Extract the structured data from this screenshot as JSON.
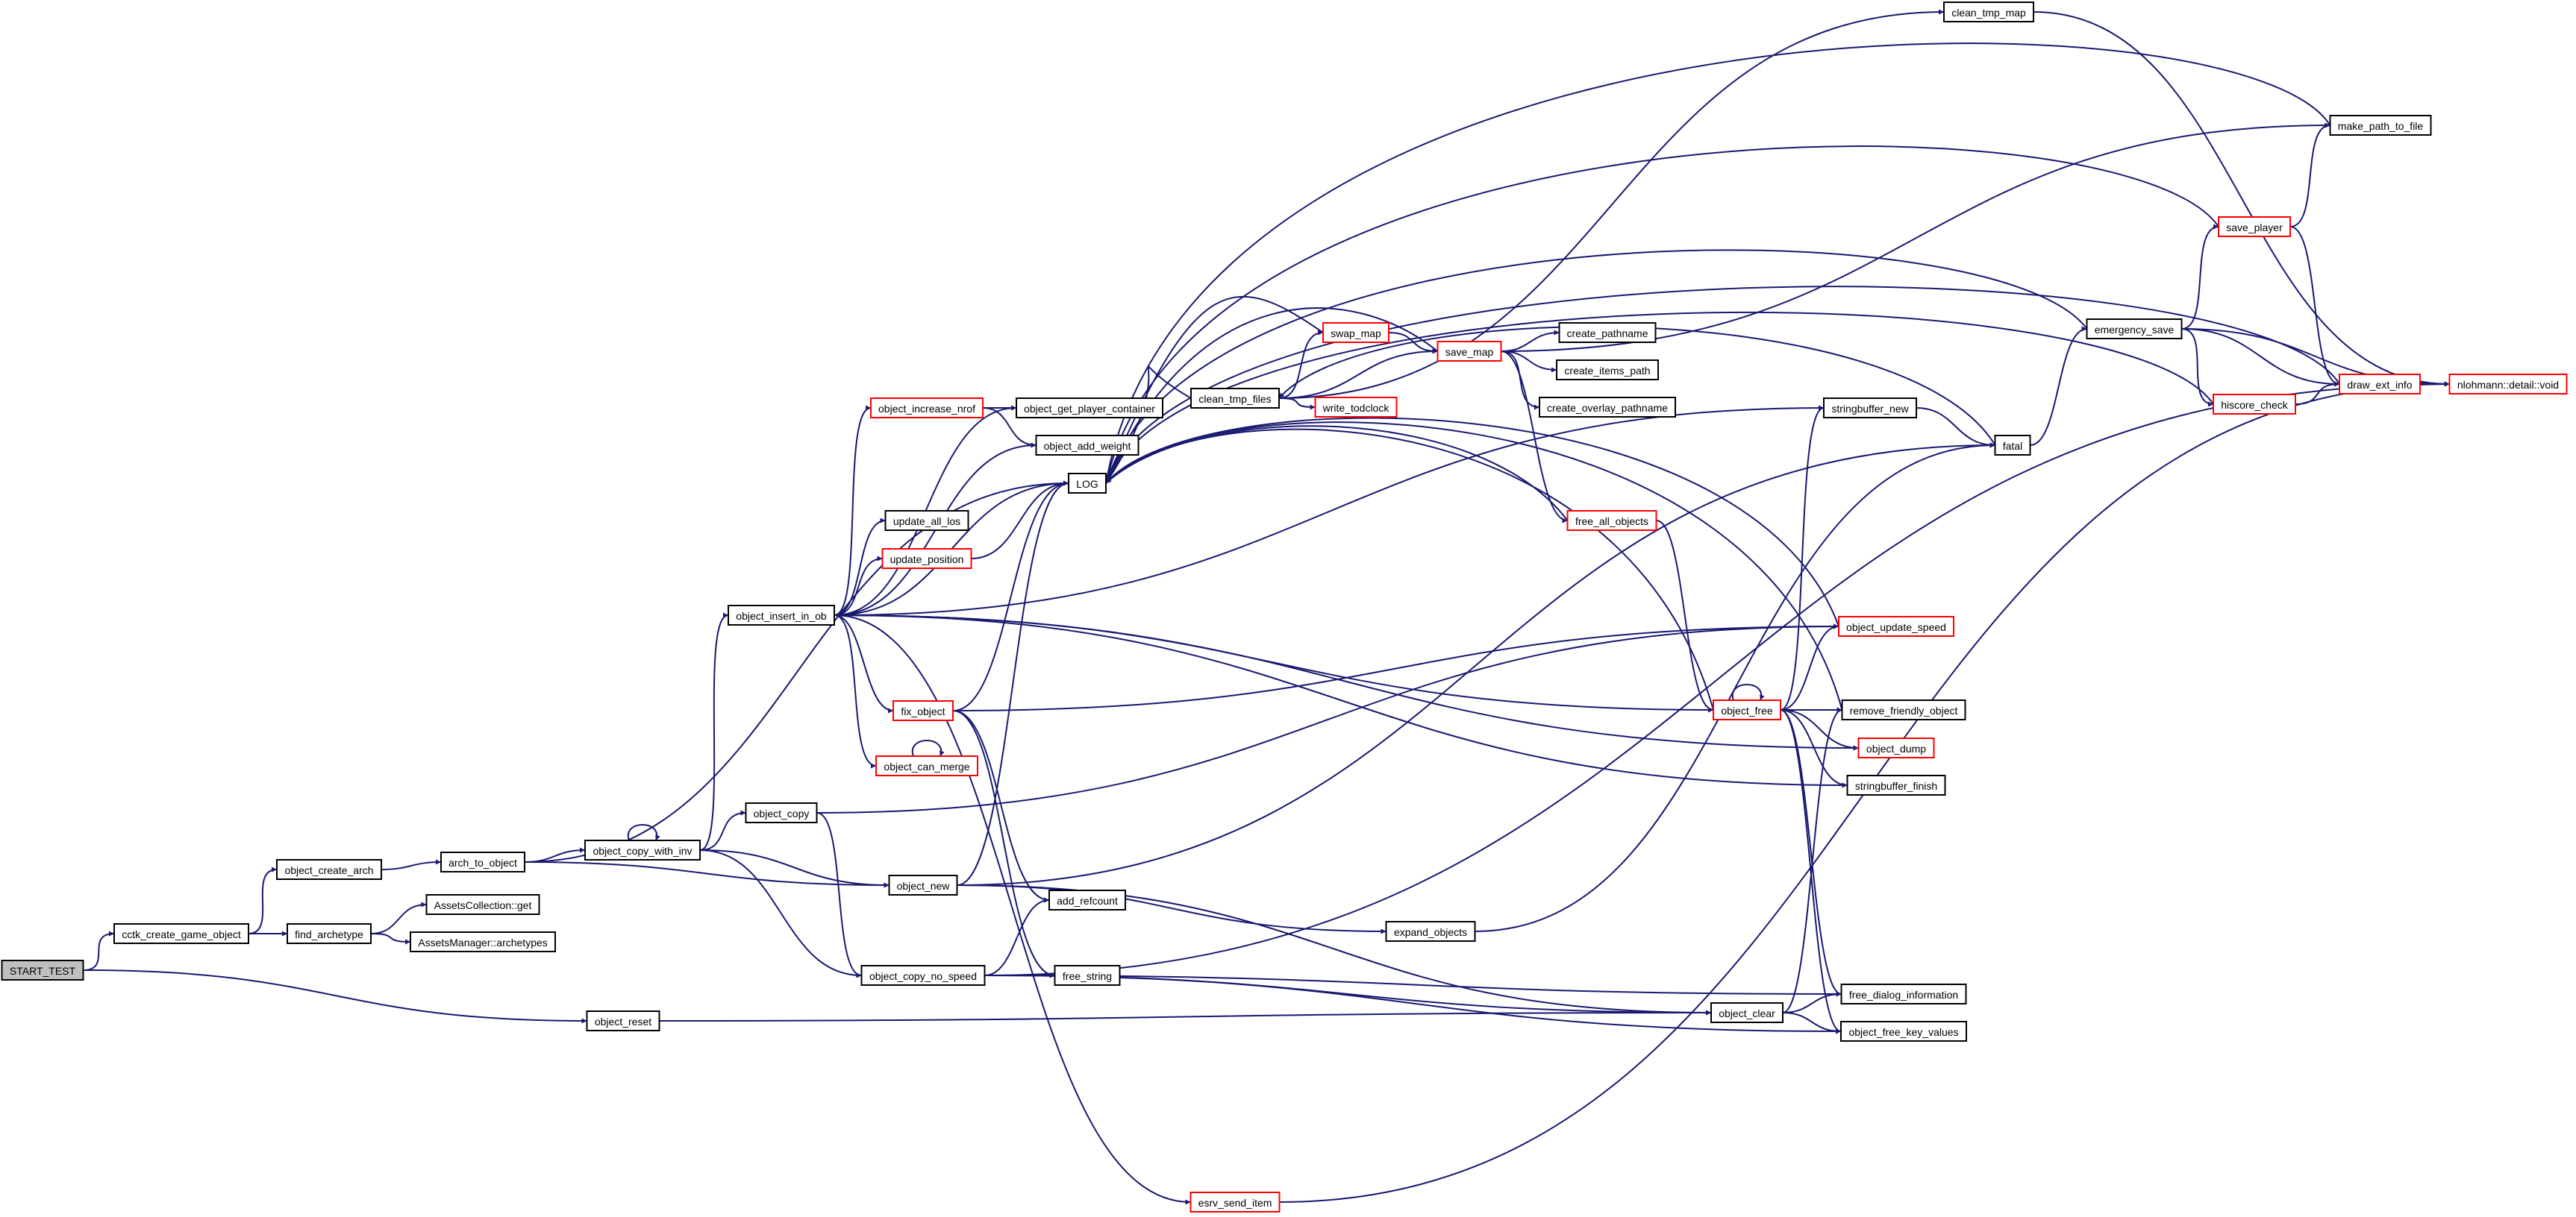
{
  "colors": {
    "edge": "#191970",
    "node_border_default": "#000000",
    "node_border_truncated": "#ff0000",
    "root_fill": "#bfbfbf",
    "node_fill": "#ffffff"
  },
  "nodes": [
    {
      "id": "start_test",
      "label": "START_TEST",
      "root": true
    },
    {
      "id": "cctk_create_game_object",
      "label": "cctk_create_game_object"
    },
    {
      "id": "object_reset",
      "label": "object_reset"
    },
    {
      "id": "object_create_arch",
      "label": "object_create_arch"
    },
    {
      "id": "find_archetype",
      "label": "find_archetype"
    },
    {
      "id": "assets_collection_get",
      "label": "AssetsCollection::get"
    },
    {
      "id": "assets_manager_archetypes",
      "label": "AssetsManager::archetypes"
    },
    {
      "id": "arch_to_object",
      "label": "arch_to_object"
    },
    {
      "id": "object_copy_with_inv",
      "label": "object_copy_with_inv"
    },
    {
      "id": "object_copy",
      "label": "object_copy"
    },
    {
      "id": "object_new",
      "label": "object_new"
    },
    {
      "id": "object_copy_no_speed",
      "label": "object_copy_no_speed"
    },
    {
      "id": "object_insert_in_ob",
      "label": "object_insert_in_ob"
    },
    {
      "id": "object_increase_nrof",
      "label": "object_increase_nrof",
      "truncated": true
    },
    {
      "id": "object_get_player_container",
      "label": "object_get_player_container"
    },
    {
      "id": "object_add_weight",
      "label": "object_add_weight"
    },
    {
      "id": "log",
      "label": "LOG"
    },
    {
      "id": "update_all_los",
      "label": "update_all_los"
    },
    {
      "id": "update_position",
      "label": "update_position",
      "truncated": true
    },
    {
      "id": "fix_object",
      "label": "fix_object",
      "truncated": true
    },
    {
      "id": "object_can_merge",
      "label": "object_can_merge",
      "truncated": true
    },
    {
      "id": "add_refcount",
      "label": "add_refcount"
    },
    {
      "id": "free_string",
      "label": "free_string"
    },
    {
      "id": "esrv_send_item",
      "label": "esrv_send_item",
      "truncated": true
    },
    {
      "id": "clean_tmp_files",
      "label": "clean_tmp_files"
    },
    {
      "id": "swap_map",
      "label": "swap_map",
      "truncated": true
    },
    {
      "id": "write_todclock",
      "label": "write_todclock",
      "truncated": true
    },
    {
      "id": "save_map",
      "label": "save_map",
      "truncated": true
    },
    {
      "id": "create_pathname",
      "label": "create_pathname"
    },
    {
      "id": "create_items_path",
      "label": "create_items_path"
    },
    {
      "id": "create_overlay_pathname",
      "label": "create_overlay_pathname"
    },
    {
      "id": "free_all_objects",
      "label": "free_all_objects",
      "truncated": true
    },
    {
      "id": "expand_objects",
      "label": "expand_objects"
    },
    {
      "id": "clean_tmp_map",
      "label": "clean_tmp_map"
    },
    {
      "id": "stringbuffer_new",
      "label": "stringbuffer_new"
    },
    {
      "id": "fatal",
      "label": "fatal"
    },
    {
      "id": "object_free",
      "label": "object_free",
      "truncated": true
    },
    {
      "id": "object_update_speed",
      "label": "object_update_speed",
      "truncated": true
    },
    {
      "id": "remove_friendly_object",
      "label": "remove_friendly_object"
    },
    {
      "id": "object_dump",
      "label": "object_dump",
      "truncated": true
    },
    {
      "id": "stringbuffer_finish",
      "label": "stringbuffer_finish"
    },
    {
      "id": "free_dialog_information",
      "label": "free_dialog_information"
    },
    {
      "id": "object_free_key_values",
      "label": "object_free_key_values"
    },
    {
      "id": "object_clear",
      "label": "object_clear"
    },
    {
      "id": "emergency_save",
      "label": "emergency_save"
    },
    {
      "id": "make_path_to_file",
      "label": "make_path_to_file"
    },
    {
      "id": "save_player",
      "label": "save_player",
      "truncated": true
    },
    {
      "id": "hiscore_check",
      "label": "hiscore_check",
      "truncated": true
    },
    {
      "id": "draw_ext_info",
      "label": "draw_ext_info",
      "truncated": true
    },
    {
      "id": "nlohmann_detail_void",
      "label": "nlohmann::detail::void",
      "truncated": true
    }
  ],
  "edges": [
    [
      "start_test",
      "cctk_create_game_object"
    ],
    [
      "start_test",
      "object_reset"
    ],
    [
      "cctk_create_game_object",
      "object_create_arch"
    ],
    [
      "cctk_create_game_object",
      "find_archetype"
    ],
    [
      "find_archetype",
      "assets_collection_get"
    ],
    [
      "find_archetype",
      "assets_manager_archetypes"
    ],
    [
      "object_create_arch",
      "arch_to_object"
    ],
    [
      "arch_to_object",
      "object_copy_with_inv"
    ],
    [
      "arch_to_object",
      "object_new"
    ],
    [
      "arch_to_object",
      "log"
    ],
    [
      "object_copy_with_inv",
      "object_copy_with_inv"
    ],
    [
      "object_copy_with_inv",
      "object_copy"
    ],
    [
      "object_copy_with_inv",
      "object_new"
    ],
    [
      "object_copy_with_inv",
      "object_copy_no_speed"
    ],
    [
      "object_copy_with_inv",
      "object_insert_in_ob"
    ],
    [
      "object_copy",
      "object_copy_no_speed"
    ],
    [
      "object_copy",
      "object_update_speed"
    ],
    [
      "object_new",
      "log"
    ],
    [
      "object_new",
      "expand_objects"
    ],
    [
      "object_new",
      "object_clear"
    ],
    [
      "object_new",
      "fatal"
    ],
    [
      "object_copy_no_speed",
      "add_refcount"
    ],
    [
      "object_copy_no_speed",
      "free_string"
    ],
    [
      "object_copy_no_speed",
      "object_clear"
    ],
    [
      "object_copy_no_speed",
      "free_dialog_information"
    ],
    [
      "object_copy_no_speed",
      "object_free_key_values"
    ],
    [
      "object_copy_no_speed",
      "nlohmann_detail_void"
    ],
    [
      "object_reset",
      "object_clear"
    ],
    [
      "object_insert_in_ob",
      "object_increase_nrof"
    ],
    [
      "object_insert_in_ob",
      "object_get_player_container"
    ],
    [
      "object_insert_in_ob",
      "object_add_weight"
    ],
    [
      "object_insert_in_ob",
      "log"
    ],
    [
      "object_insert_in_ob",
      "update_all_los"
    ],
    [
      "object_insert_in_ob",
      "update_position"
    ],
    [
      "object_insert_in_ob",
      "fix_object"
    ],
    [
      "object_insert_in_ob",
      "object_can_merge"
    ],
    [
      "object_insert_in_ob",
      "object_free"
    ],
    [
      "object_insert_in_ob",
      "object_dump"
    ],
    [
      "object_insert_in_ob",
      "stringbuffer_new"
    ],
    [
      "object_insert_in_ob",
      "stringbuffer_finish"
    ],
    [
      "object_insert_in_ob",
      "esrv_send_item"
    ],
    [
      "object_increase_nrof",
      "object_get_player_container"
    ],
    [
      "object_increase_nrof",
      "object_add_weight"
    ],
    [
      "update_position",
      "log"
    ],
    [
      "fix_object",
      "log"
    ],
    [
      "fix_object",
      "object_update_speed"
    ],
    [
      "fix_object",
      "add_refcount"
    ],
    [
      "fix_object",
      "free_string"
    ],
    [
      "object_can_merge",
      "object_can_merge"
    ],
    [
      "esrv_send_item",
      "nlohmann_detail_void"
    ],
    [
      "clean_tmp_files",
      "log"
    ],
    [
      "clean_tmp_files",
      "swap_map"
    ],
    [
      "clean_tmp_files",
      "write_todclock"
    ],
    [
      "clean_tmp_files",
      "save_map"
    ],
    [
      "clean_tmp_files",
      "clean_tmp_map"
    ],
    [
      "swap_map",
      "save_map"
    ],
    [
      "swap_map",
      "log"
    ],
    [
      "save_map",
      "create_pathname"
    ],
    [
      "save_map",
      "create_items_path"
    ],
    [
      "save_map",
      "create_overlay_pathname"
    ],
    [
      "save_map",
      "free_all_objects"
    ],
    [
      "save_map",
      "log"
    ],
    [
      "save_map",
      "make_path_to_file"
    ],
    [
      "free_all_objects",
      "log"
    ],
    [
      "free_all_objects",
      "object_free"
    ],
    [
      "expand_objects",
      "fatal"
    ],
    [
      "fatal",
      "clean_tmp_files"
    ],
    [
      "fatal",
      "emergency_save"
    ],
    [
      "stringbuffer_new",
      "fatal"
    ],
    [
      "object_free",
      "object_free"
    ],
    [
      "object_free",
      "log"
    ],
    [
      "object_free",
      "stringbuffer_new"
    ],
    [
      "object_free",
      "object_update_speed"
    ],
    [
      "object_free",
      "remove_friendly_object"
    ],
    [
      "object_free",
      "object_dump"
    ],
    [
      "object_free",
      "stringbuffer_finish"
    ],
    [
      "object_free",
      "free_dialog_information"
    ],
    [
      "object_free",
      "object_free_key_values"
    ],
    [
      "object_update_speed",
      "log"
    ],
    [
      "remove_friendly_object",
      "log"
    ],
    [
      "object_clear",
      "object_free_key_values"
    ],
    [
      "object_clear",
      "free_dialog_information"
    ],
    [
      "object_clear",
      "remove_friendly_object"
    ],
    [
      "emergency_save",
      "log"
    ],
    [
      "emergency_save",
      "save_player"
    ],
    [
      "emergency_save",
      "hiscore_check"
    ],
    [
      "emergency_save",
      "draw_ext_info"
    ],
    [
      "emergency_save",
      "nlohmann_detail_void"
    ],
    [
      "save_player",
      "log"
    ],
    [
      "save_player",
      "make_path_to_file"
    ],
    [
      "save_player",
      "draw_ext_info"
    ],
    [
      "hiscore_check",
      "log"
    ],
    [
      "hiscore_check",
      "draw_ext_info"
    ],
    [
      "draw_ext_info",
      "nlohmann_detail_void"
    ],
    [
      "draw_ext_info",
      "log"
    ],
    [
      "make_path_to_file",
      "log"
    ],
    [
      "clean_tmp_map",
      "nlohmann_detail_void"
    ]
  ]
}
